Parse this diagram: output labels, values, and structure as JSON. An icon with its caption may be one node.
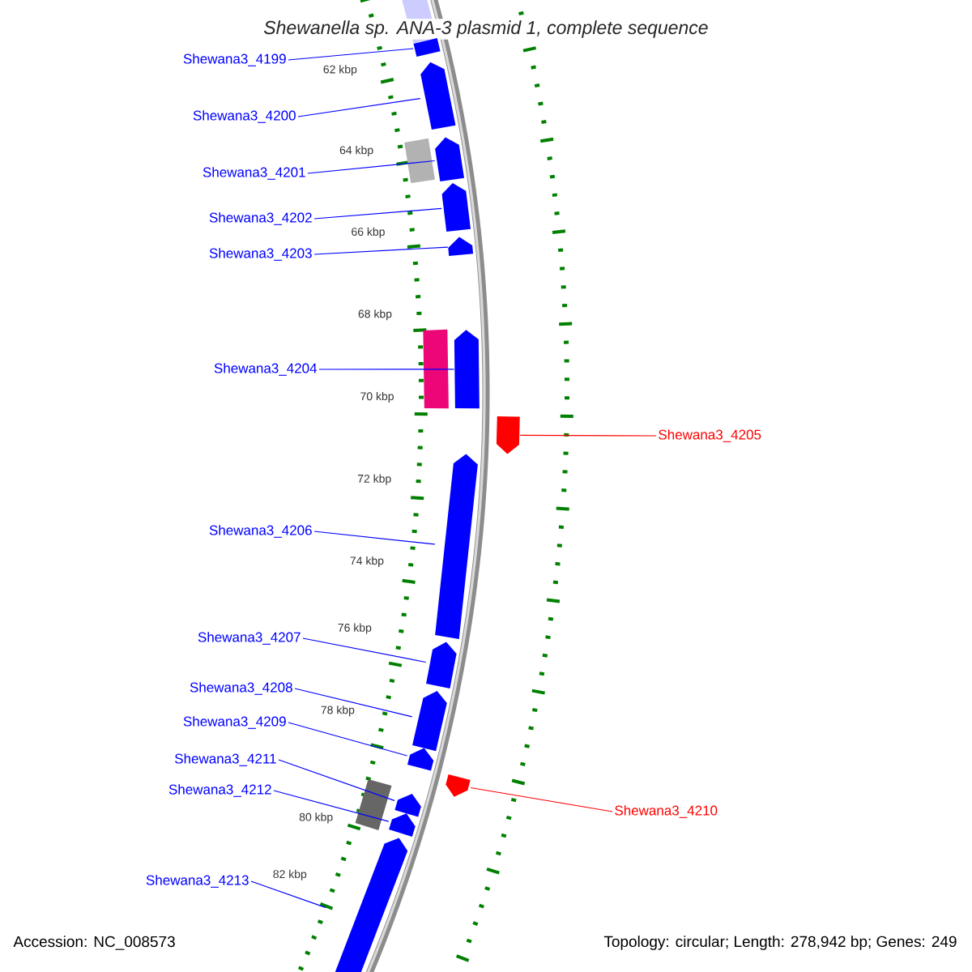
{
  "diagram": {
    "title": "Shewanella sp. ANA-3 plasmid 1, complete sequence",
    "nodes": [
      {
        "text": [
          "Shewana3_4199"
        ]
      },
      {
        "text": [
          "Shewana3_4200"
        ]
      },
      {
        "text": [
          "Shewana3_4201"
        ]
      },
      {
        "text": [
          "Shewana3_4202"
        ]
      },
      {
        "text": [
          "Shewana3_4203"
        ]
      },
      {
        "text": [
          "Shewana3_4204"
        ]
      },
      {
        "text": [
          "Shewana3_4205"
        ]
      },
      {
        "text": [
          "Shewana3_4206"
        ]
      },
      {
        "text": [
          "Shewana3_4207"
        ]
      },
      {
        "text": [
          "Shewana3_4208"
        ]
      },
      {
        "text": [
          "Shewana3_4209"
        ]
      },
      {
        "text": [
          "Shewana3_4211"
        ]
      },
      {
        "text": [
          "Shewana3_4212"
        ]
      },
      {
        "text": [
          "Shewana3_4210"
        ]
      },
      {
        "text": [
          "Shewana3_4213"
        ]
      },
      {
        "text": [],
        "shape": "bar"
      },
      {
        "text": [],
        "shape": "bar"
      },
      {
        "text": [],
        "shape": "bar"
      },
      {
        "text": [],
        "shape": "bar"
      },
      {
        "text": [],
        "shape": "bar"
      },
      {
        "text": [],
        "shape": "bar"
      },
      {
        "text": [],
        "shape": "bar"
      },
      {
        "text": [],
        "shape": "bar"
      },
      {
        "text": [],
        "shape": "bar"
      },
      {
        "text": [],
        "shape": "bar"
      },
      {
        "text": [],
        "shape": "bar"
      },
      {
        "text": [],
        "shape": "bar"
      },
      {
        "text": [],
        "shape": "bar"
      },
      {
        "text": [],
        "shape": "bar"
      },
      {
        "text": [],
        "shape": "bar"
      }
    ],
    "edges": [
      {
        "from": 0,
        "to": 15,
        "arrow": "none"
      },
      {
        "from": 1,
        "to": 16,
        "arrow": "none"
      },
      {
        "from": 2,
        "to": 17,
        "arrow": "none"
      },
      {
        "from": 3,
        "to": 18,
        "arrow": "none"
      },
      {
        "from": 4,
        "to": 19,
        "arrow": "none"
      },
      {
        "from": 5,
        "to": 20,
        "arrow": "none"
      },
      {
        "from": 6,
        "to": 21,
        "arrow": "none",
        "color": "#ff0000"
      },
      {
        "from": 7,
        "to": 22,
        "arrow": "none"
      },
      {
        "from": 8,
        "to": 23,
        "arrow": "none"
      },
      {
        "from": 9,
        "to": 24,
        "arrow": "none"
      },
      {
        "from": 10,
        "to": 25,
        "arrow": "none"
      },
      {
        "from": 11,
        "to": 27,
        "arrow": "none"
      },
      {
        "from": 12,
        "to": 28,
        "arrow": "none"
      },
      {
        "from": 13,
        "to": 26,
        "arrow": "none",
        "color": "#ff0000"
      },
      {
        "from": 14,
        "to": 29,
        "arrow": "none"
      }
    ],
    "labels": [
      "62 kbp",
      "64 kbp",
      "66 kbp",
      "68 kbp",
      "70 kbp",
      "72 kbp",
      "74 kbp",
      "76 kbp",
      "78 kbp",
      "80 kbp",
      "82 kbp",
      "Accession: NC_008573",
      "Topology: circular; Length: 278,942 bp; Genes: 249"
    ]
  }
}
